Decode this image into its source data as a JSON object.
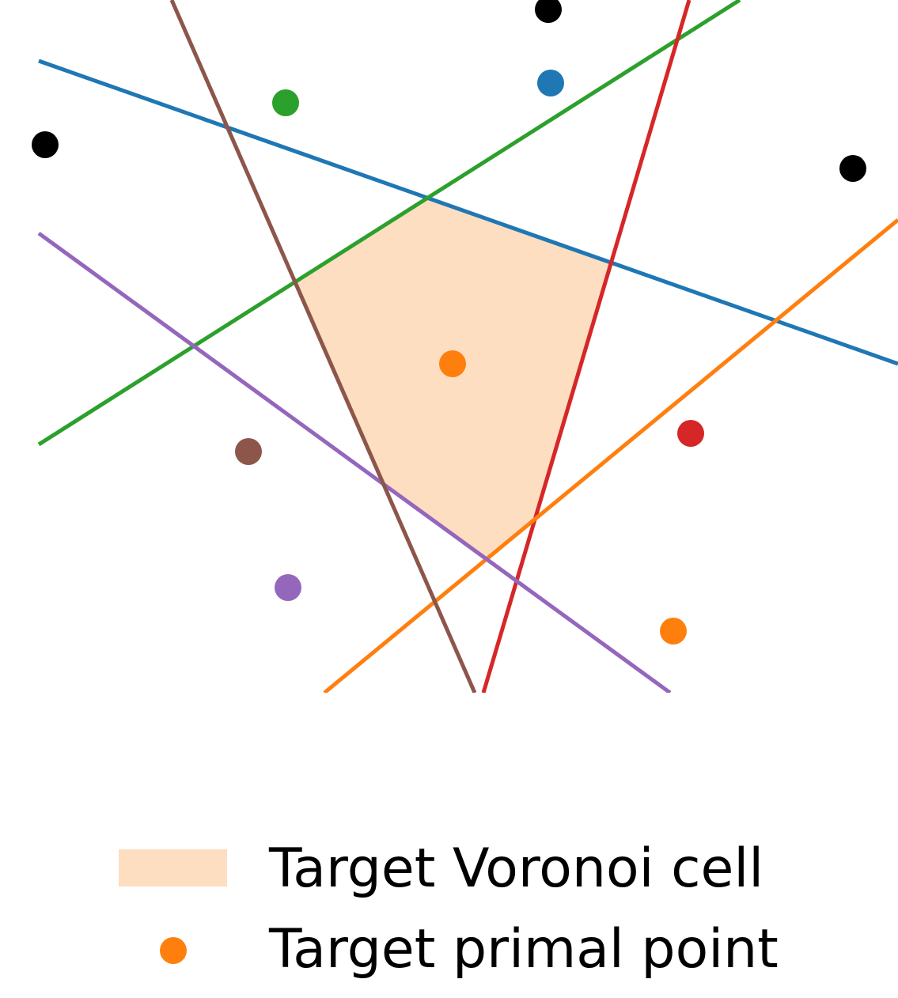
{
  "legend": {
    "cell_label": "Target Voronoi cell",
    "point_label": "Target primal point"
  },
  "colors": {
    "cell_fill": "#fddec1",
    "target_point": "#ff7f0e",
    "other_points": "#000000",
    "bisector_blue": "#1f77b4",
    "bisector_green": "#2ca02c",
    "bisector_red": "#d62728",
    "bisector_orange": "#ff7f0e",
    "bisector_purple": "#9467bd",
    "bisector_brown": "#8c564b"
  },
  "neighbor_points": [
    "blue",
    "green",
    "red",
    "orange",
    "purple",
    "brown"
  ],
  "bisectors": [
    "blue",
    "green",
    "red",
    "orange",
    "purple",
    "brown"
  ]
}
